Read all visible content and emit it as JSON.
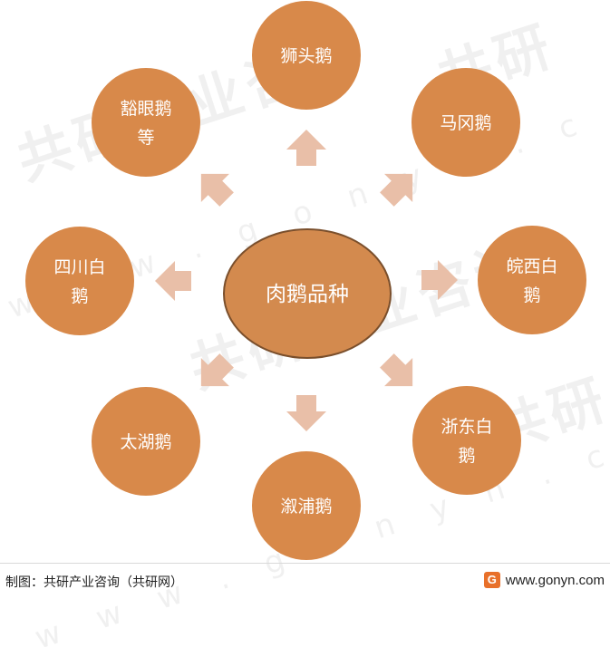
{
  "center": {
    "label": "肉鹅品种"
  },
  "nodes": [
    {
      "id": "top",
      "lines": [
        "狮头鹅"
      ]
    },
    {
      "id": "top-right",
      "lines": [
        "马冈鹅"
      ]
    },
    {
      "id": "right",
      "lines": [
        "皖西白",
        "鹅"
      ]
    },
    {
      "id": "bottom-right",
      "lines": [
        "浙东白",
        "鹅"
      ]
    },
    {
      "id": "bottom",
      "lines": [
        "溆浦鹅"
      ]
    },
    {
      "id": "bottom-left",
      "lines": [
        "太湖鹅"
      ]
    },
    {
      "id": "left",
      "lines": [
        "四川白",
        "鹅"
      ]
    },
    {
      "id": "top-left",
      "lines": [
        "豁眼鹅",
        "等"
      ]
    }
  ],
  "footer": {
    "source": "制图：共研产业咨询（共研网）",
    "logo_letter": "G",
    "site": "www.gonyn.com"
  },
  "watermark": {
    "brand": "共研产业咨询",
    "brand_short": "共研",
    "site": "w w w . g o n y n . c o m"
  },
  "colors": {
    "node_fill": "#d8894a",
    "center_fill": "#d38a4e",
    "center_stroke": "#7a4f2c",
    "arrow_fill": "#e9bfa8"
  }
}
